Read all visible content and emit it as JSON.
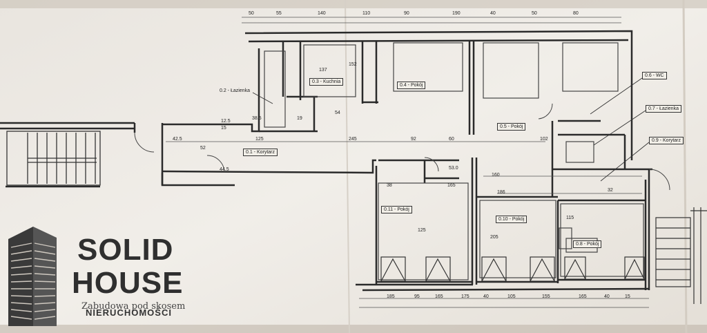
{
  "rooms": {
    "lazienka": "0.2 - Łazienka",
    "kuchnia": "0.3 - Kuchnia",
    "pokoj_a": "0.4 - Pokój",
    "korytarz": "0.1 - Korytarz",
    "pokoj_b": "0.5 - Pokój",
    "pokoj_c": "0.11 - Pokój",
    "pokoj_d": "0.10 - Pokój",
    "pokoj_e": "0.8 - Pokój",
    "label_r1": "0.6 - WC",
    "label_r2": "0.7 - Łazienka",
    "label_r3": "0.9 - Korytarz"
  },
  "dims_top": [
    "50",
    "55",
    "140",
    "110",
    "90",
    "190",
    "40",
    "50",
    "80"
  ],
  "dims_bottom": [
    "185",
    "95",
    "165",
    "175",
    "40",
    "105",
    "155",
    "165",
    "40",
    "15"
  ],
  "dims_misc": [
    "38.5",
    "19",
    "12.5",
    "52",
    "15",
    "125",
    "42.5",
    "44.5",
    "54",
    "245",
    "137",
    "152",
    "165",
    "38",
    "53.0",
    "92",
    "60",
    "102",
    "160",
    "186",
    "125",
    "205",
    "115",
    "32"
  ],
  "logo": {
    "line1": "SOLID",
    "line2": "HOUSE",
    "sub": "NIERUCHOMOŚCI"
  },
  "handwritten_note": "Zabudowa pod skosem"
}
